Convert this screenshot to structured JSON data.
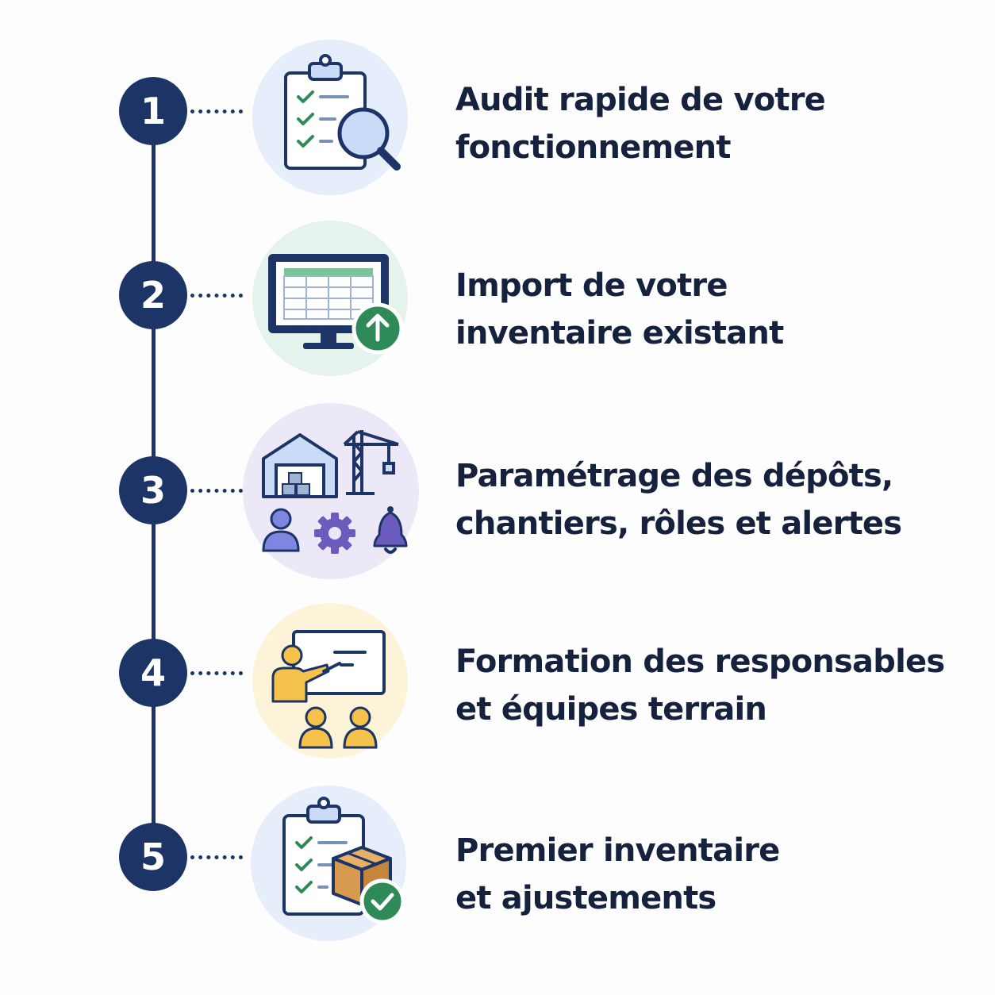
{
  "steps": [
    {
      "number": "1",
      "lines": [
        "Audit rapide de votre",
        "fonctionnement"
      ],
      "icon": "clipboard-magnifier-icon",
      "circle_color": "#e6eefb"
    },
    {
      "number": "2",
      "lines": [
        "Import de votre",
        "inventaire existant"
      ],
      "icon": "monitor-upload-icon",
      "circle_color": "#e5f3ec"
    },
    {
      "number": "3",
      "lines": [
        "Paramétrage des dépôts,",
        "chantiers, rôles et alertes"
      ],
      "icon": "warehouse-crane-settings-icon",
      "circle_color": "#ece8f8"
    },
    {
      "number": "4",
      "lines": [
        "Formation des responsables",
        "et équipes terrain"
      ],
      "icon": "training-presentation-icon",
      "circle_color": "#fdf3d8"
    },
    {
      "number": "5",
      "lines": [
        "Premier inventaire",
        "et ajustements"
      ],
      "icon": "clipboard-box-check-icon",
      "circle_color": "#e6eefb"
    }
  ],
  "colors": {
    "navy": "#1d3566",
    "text": "#15213d",
    "green": "#2e8b57",
    "purple": "#6b5bbf",
    "yellow": "#f5c24c",
    "blue_light": "#c9dbf6"
  }
}
